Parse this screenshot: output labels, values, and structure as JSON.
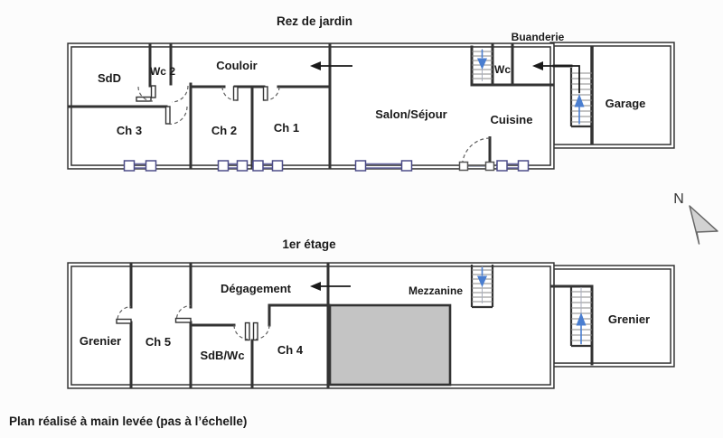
{
  "page": {
    "caption": "Plan réalisé à main levée (pas à l’échelle)"
  },
  "north": {
    "label": "N"
  },
  "colors": {
    "background": "#fcfcfc",
    "wall": "#333333",
    "tread": "#8a8a8a",
    "window_frame": "#6868a2",
    "window_dark": "#4c4c88",
    "stair_arrow": "#4a7ed0",
    "entry_arrow": "#1a1a1a",
    "void_fill": "#c4c4c4",
    "north_fill": "#d2d2d2",
    "text": "#1a1a1a"
  },
  "ground_floor": {
    "title": "Rez de jardin",
    "rooms": {
      "sdd": "SdD",
      "wc2": "Wc 2",
      "couloir": "Couloir",
      "ch3": "Ch 3",
      "ch2": "Ch 2",
      "ch1": "Ch 1",
      "salon": "Salon/Séjour",
      "cuisine": "Cuisine",
      "wc": "Wc",
      "buanderie": "Buanderie",
      "garage": "Garage"
    }
  },
  "first_floor": {
    "title": "1er étage",
    "rooms": {
      "grenier_left": "Grenier",
      "ch5": "Ch 5",
      "sdb_wc": "SdB/Wc",
      "ch4": "Ch 4",
      "degagement": "Dégagement",
      "mezzanine": "Mezzanine",
      "grenier_right": "Grenier"
    }
  }
}
